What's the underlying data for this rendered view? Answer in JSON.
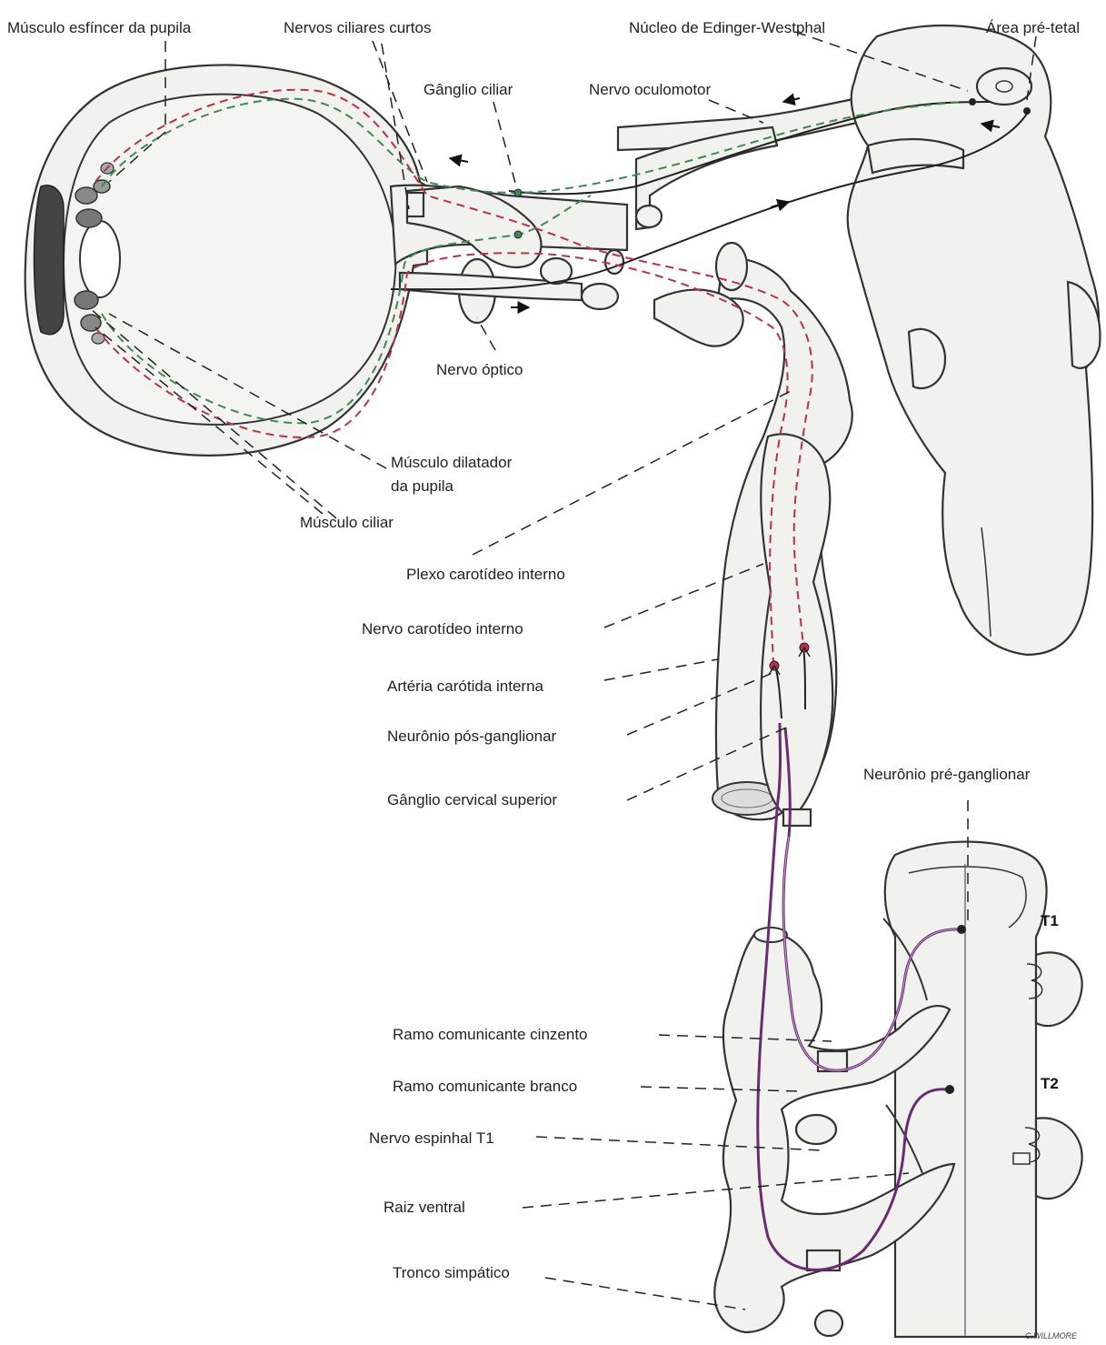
{
  "labels": {
    "sphincter": "Músculo esfíncer da pupila",
    "short_ciliary": "Nervos ciliares curtos",
    "edinger": "Núcleo de Edinger-Westphal",
    "pretectal": "Área pré-tetal",
    "ciliary_ganglion": "Gânglio ciliar",
    "oculomotor": "Nervo oculomotor",
    "optic": "Nervo óptico",
    "dilator_1": "Músculo dilatador",
    "dilator_2": "da pupila",
    "ciliary_muscle": "Músculo ciliar",
    "carotid_plexus": "Plexo carotídeo interno",
    "carotid_nerve": "Nervo carotídeo interno",
    "carotid_artery": "Artéria carótida interna",
    "postganglionic": "Neurônio pós-ganglionar",
    "cervical_ganglion": "Gânglio cervical superior",
    "preganglionic": "Neurônio pré-ganglionar",
    "t1": "T1",
    "t2": "T2",
    "gray_ramus": "Ramo comunicante cinzento",
    "white_ramus": "Ramo comunicante branco",
    "spinal_nerve": "Nervo espinhal T1",
    "ventral_root": "Raiz ventral",
    "sympathetic_trunk": "Tronco simpático",
    "signature": "C.WILLMORE"
  },
  "colors": {
    "parasympathetic": "#3f8a52",
    "sympathetic_post": "#b8324a",
    "sympathetic_pre": "#6a2b74"
  }
}
